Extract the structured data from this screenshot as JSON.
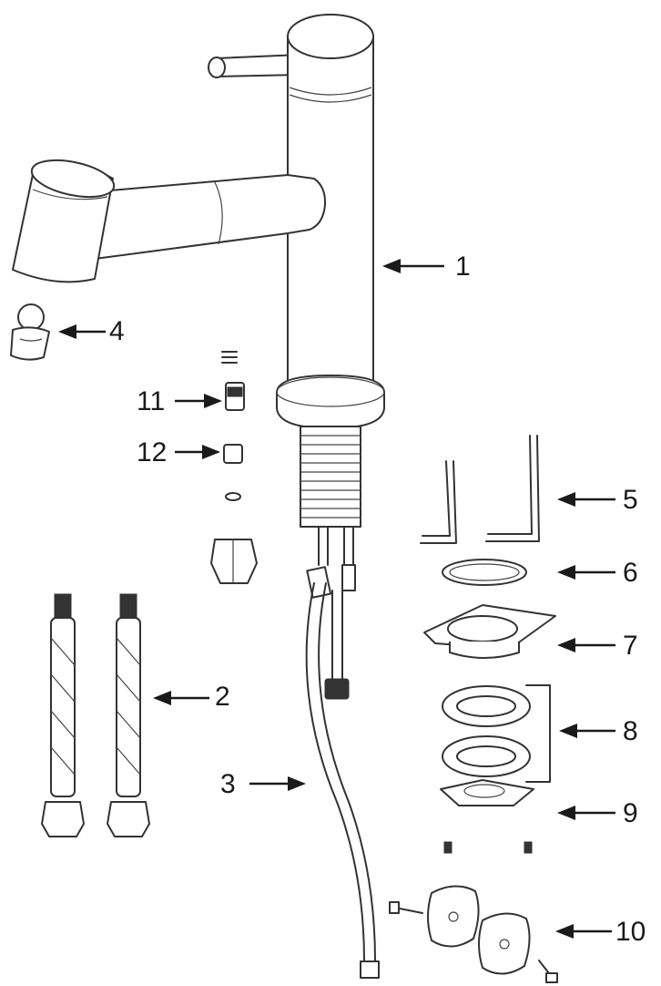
{
  "diagram": {
    "type": "exploded-parts-diagram",
    "callouts": [
      {
        "id": "callout-1",
        "label": "1",
        "part": "faucet-body"
      },
      {
        "id": "callout-2",
        "label": "2",
        "part": "supply-hoses"
      },
      {
        "id": "callout-3",
        "label": "3",
        "part": "pull-out-hose"
      },
      {
        "id": "callout-4",
        "label": "4",
        "part": "spray-head-connector"
      },
      {
        "id": "callout-5",
        "label": "5",
        "part": "hex-keys"
      },
      {
        "id": "callout-6",
        "label": "6",
        "part": "o-ring"
      },
      {
        "id": "callout-7",
        "label": "7",
        "part": "base-plate"
      },
      {
        "id": "callout-8",
        "label": "8",
        "part": "gaskets"
      },
      {
        "id": "callout-9",
        "label": "9",
        "part": "mounting-bracket"
      },
      {
        "id": "callout-10",
        "label": "10",
        "part": "hose-weight"
      },
      {
        "id": "callout-11",
        "label": "11",
        "part": "check-valve"
      },
      {
        "id": "callout-12",
        "label": "12",
        "part": "sleeve"
      }
    ]
  },
  "colors": {
    "line": "#333333",
    "text": "#1a1a1a",
    "background": "#ffffff"
  }
}
